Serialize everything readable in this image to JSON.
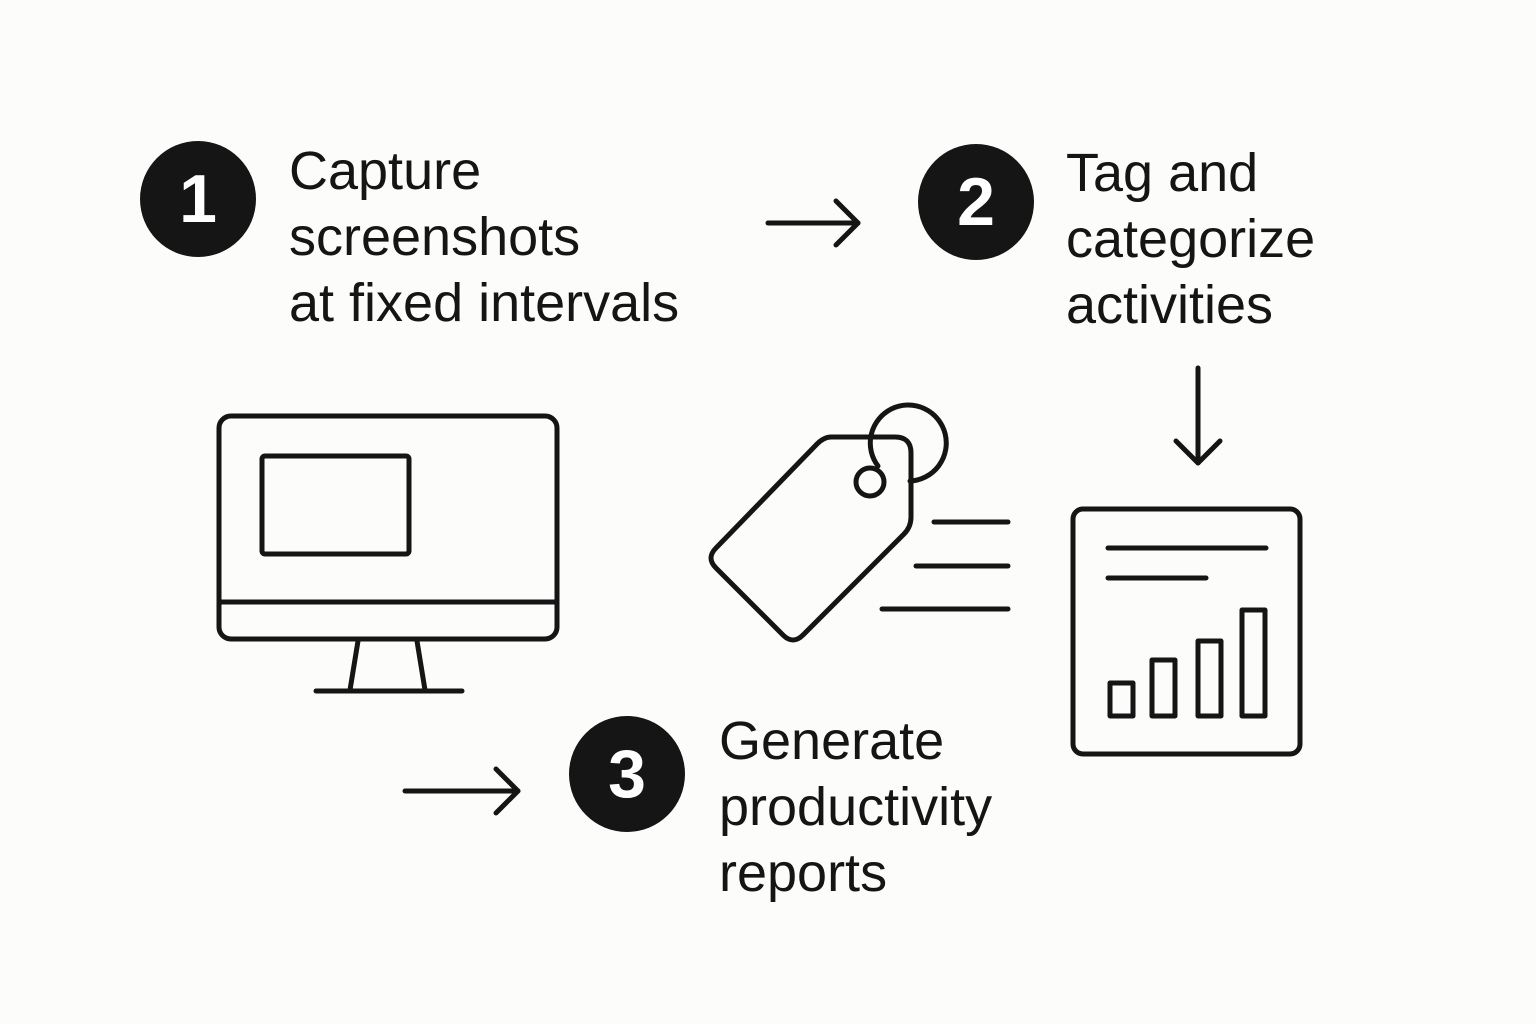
{
  "steps": [
    {
      "number": "1",
      "lines": [
        "Capture",
        "screenshots",
        "at fixed intervals"
      ]
    },
    {
      "number": "2",
      "lines": [
        "Tag and",
        "categorize",
        "activities"
      ]
    },
    {
      "number": "3",
      "lines": [
        "Generate",
        "productivity",
        "reports"
      ]
    }
  ],
  "icons": {
    "screen": "monitor-icon",
    "tag": "tag-icon",
    "report": "report-chart-icon",
    "arrows": [
      "arrow-right-icon",
      "arrow-down-icon",
      "arrow-right-icon"
    ]
  },
  "colors": {
    "ink": "#151515",
    "background": "#fcfcfb",
    "badge_text": "#ffffff"
  }
}
